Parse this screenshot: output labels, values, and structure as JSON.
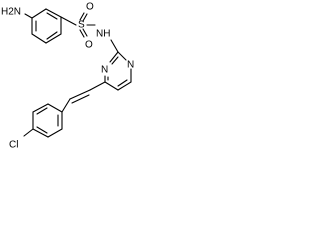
{
  "atoms": {
    "amine": "H2N",
    "sulfur": "S",
    "sulfonyl_oxygen_upper": "O",
    "sulfonyl_oxygen_lower": "O",
    "sulfonamide_nh": "NH",
    "pyrimidine_n_top": "N",
    "pyrimidine_n_lower": "N",
    "chlorine": "Cl"
  }
}
